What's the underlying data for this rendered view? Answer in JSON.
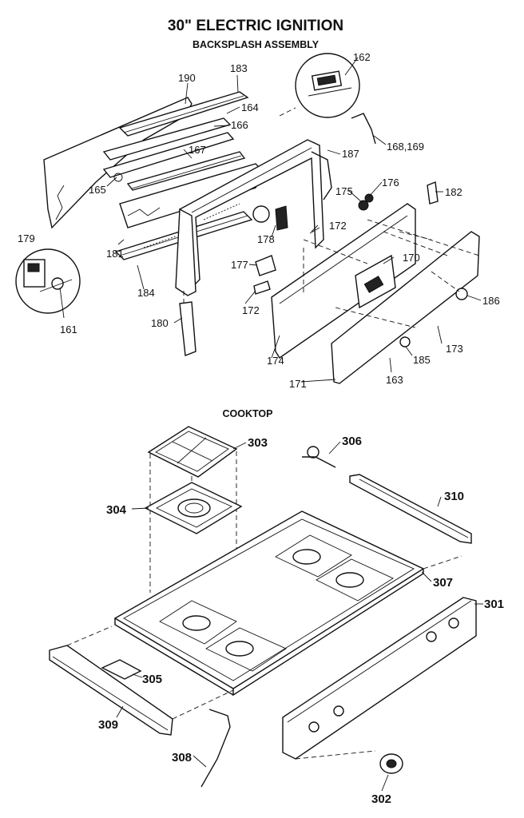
{
  "title": "30\" ELECTRIC IGNITION",
  "subtitle": "BACKSPLASH ASSEMBLY",
  "section2_title": "COOKTOP",
  "parts": {
    "p190": "190",
    "p183": "183",
    "p164": "164",
    "p166": "166",
    "p162": "162",
    "p168": "168,169",
    "p167": "167",
    "p187": "187",
    "p165": "165",
    "p176": "176",
    "p175": "175",
    "p182": "182",
    "p179": "179",
    "p178": "178",
    "p172a": "172",
    "p181": "181",
    "p177": "177",
    "p170": "170",
    "p184": "184",
    "p186": "186",
    "p172b": "172",
    "p161": "161",
    "p180": "180",
    "p173": "173",
    "p174": "174",
    "p185": "185",
    "p163": "163",
    "p171": "171",
    "p303": "303",
    "p306": "306",
    "p304": "304",
    "p310": "310",
    "p307": "307",
    "p301": "301",
    "p305": "305",
    "p309": "309",
    "p308": "308",
    "p302": "302"
  }
}
